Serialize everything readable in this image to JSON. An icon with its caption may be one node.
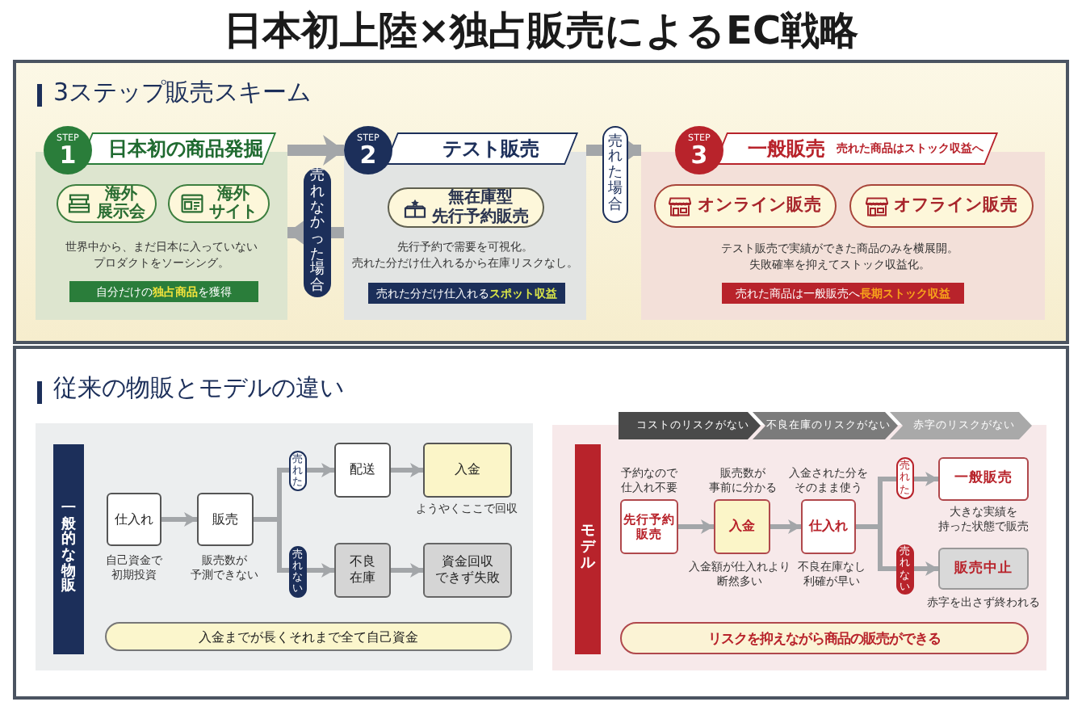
{
  "diagram": {
    "title": "日本初上陸×独占販売によるEC戦略",
    "nodes": [
      {
        "text": [
          "3ステップ販売スキーム"
        ]
      },
      {
        "text": [
          "STEP",
          "1",
          "日本初の商品発掘",
          "世界中から、まだ日本に入っていないプロダクトをソーシング。"
        ],
        "in": 0
      },
      {
        "text": [
          "海外展示会"
        ],
        "in": 1
      },
      {
        "text": [
          "海外サイト"
        ],
        "in": 1
      },
      {
        "text": [
          "自分だけの**独占商品**を獲得"
        ],
        "in": 1
      },
      {
        "text": [
          "STEP",
          "2",
          "テスト販売",
          "先行予約で需要を可視化。売れた分だけ仕入れるから在庫リスクなし。"
        ],
        "in": 0
      },
      {
        "text": [
          "無在庫型先行予約販売"
        ],
        "in": 5
      },
      {
        "text": [
          "売れた分だけ仕入れる**スポット収益**"
        ],
        "in": 5
      },
      {
        "text": [
          "STEP",
          "3",
          "一般販売",
          "売れた商品はストック収益へ",
          "テスト販売で実績ができた商品のみを横展開。失敗確率を抑えてストック収益化。"
        ],
        "in": 0
      },
      {
        "text": [
          "オンライン販売"
        ],
        "in": 8
      },
      {
        "text": [
          "オフライン販売"
        ],
        "in": 8
      },
      {
        "text": [
          "売れた商品は一般販売へ **長期ストック収益**"
        ],
        "in": 8
      },
      {
        "text": [
          "従来の物販とモデルの違い"
        ]
      },
      {
        "text": [
          "一般的な物販"
        ],
        "in": 12
      },
      {
        "text": [
          "仕入れ"
        ],
        "beside": [
          "自己資金で初期投資"
        ],
        "in": 13
      },
      {
        "text": [
          "販売"
        ],
        "beside": [
          "販売数が予測できない"
        ],
        "in": 13
      },
      {
        "text": [
          "配送"
        ],
        "in": 13
      },
      {
        "text": [
          "入金"
        ],
        "beside": [
          "ようやくここで回収"
        ],
        "in": 13
      },
      {
        "text": [
          "不良在庫"
        ],
        "in": 13
      },
      {
        "text": [
          "資金回収できず失敗"
        ],
        "in": 13
      },
      {
        "text": [
          "入金までが長くそれまで全て自己資金"
        ],
        "in": 13
      },
      {
        "text": [
          "コストのリスクがない"
        ],
        "in": 12
      },
      {
        "text": [
          "不良在庫のリスクがない"
        ],
        "in": 12
      },
      {
        "text": [
          "赤字のリスクがない"
        ],
        "in": 12
      },
      {
        "text": [
          "モデル"
        ],
        "in": 12
      },
      {
        "text": [
          "先行予約販売"
        ],
        "beside": [
          "予約なので仕入れ不要"
        ],
        "in": 24
      },
      {
        "text": [
          "入金"
        ],
        "beside": [
          "販売数が事前に分かる",
          "入金額が仕入れより断然多い"
        ],
        "in": 24
      },
      {
        "text": [
          "仕入れ"
        ],
        "beside": [
          "入金された分をそのまま使う",
          "不良在庫なし利確が早い"
        ],
        "in": 24
      },
      {
        "text": [
          "一般販売"
        ],
        "beside": [
          "大きな実績を持った状態で販売"
        ],
        "in": 24
      },
      {
        "text": [
          "販売中止"
        ],
        "beside": [
          "赤字を出さず終われる"
        ],
        "in": 24
      },
      {
        "text": [
          "リスクを抑えながら商品の販売ができる"
        ],
        "in": 24
      }
    ],
    "edges": [
      {
        "from": 1,
        "to": 5,
        "arrow": "to",
        "style": "thick"
      },
      {
        "from": 5,
        "to": 1,
        "arrow": "to",
        "label": "売れなかった場合",
        "style": "thick"
      },
      {
        "from": 5,
        "to": 8,
        "arrow": "to",
        "label": "売れた場合",
        "style": "thick"
      },
      {
        "from": 14,
        "to": 15,
        "arrow": "to"
      },
      {
        "from": 15,
        "to": 16,
        "arrow": "to",
        "label": "売れた"
      },
      {
        "from": 15,
        "to": 18,
        "arrow": "to",
        "label": "売れない"
      },
      {
        "from": 16,
        "to": 17,
        "arrow": "to"
      },
      {
        "from": 18,
        "to": 19,
        "arrow": "to"
      },
      {
        "from": 25,
        "to": 26,
        "arrow": "to"
      },
      {
        "from": 26,
        "to": 27,
        "arrow": "to"
      },
      {
        "from": 27,
        "to": 28,
        "arrow": "to",
        "label": "売れた"
      },
      {
        "from": 27,
        "to": 29,
        "arrow": "to",
        "label": "売れない"
      }
    ]
  }
}
